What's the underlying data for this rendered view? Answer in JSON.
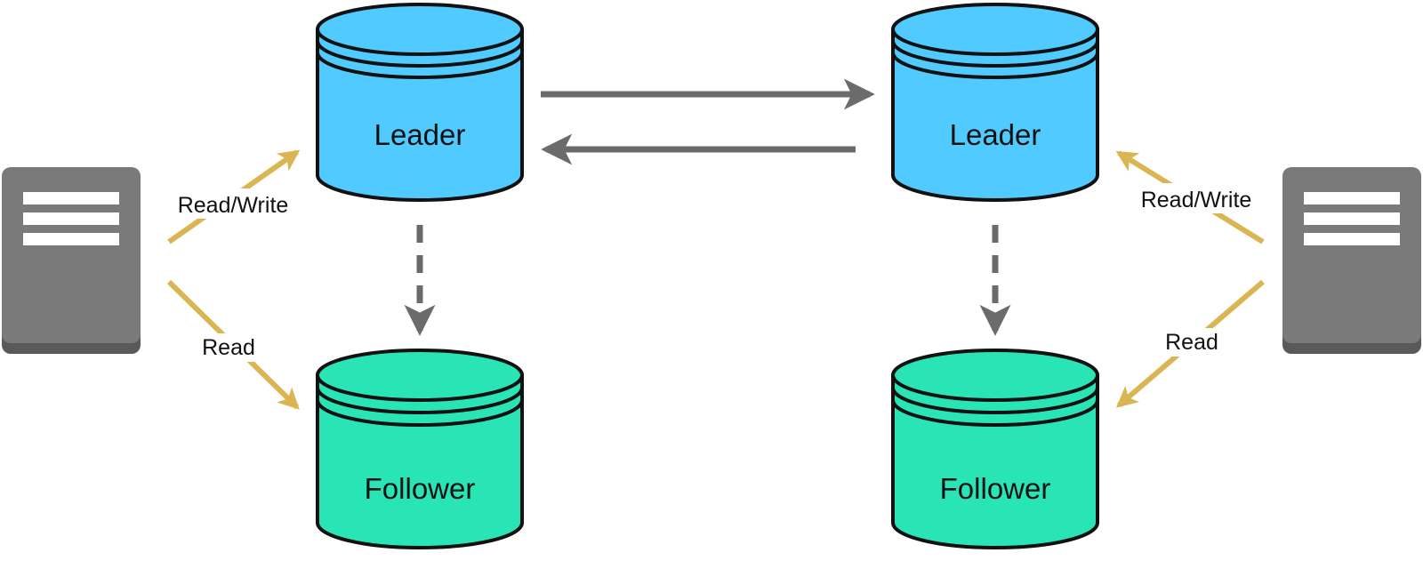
{
  "colors": {
    "leader_fill": "#51CBFF",
    "follower_fill": "#29E5B5",
    "outline": "#111111",
    "server_body": "#7A7A7A",
    "server_base": "#595959",
    "server_stripes": "#FFFFFF",
    "client_arrow": "#D9B653",
    "replication_arrow": "#6B6B6B"
  },
  "databases": {
    "left_leader": {
      "label": "Leader",
      "role": "leader"
    },
    "left_follower": {
      "label": "Follower",
      "role": "follower"
    },
    "right_leader": {
      "label": "Leader",
      "role": "leader"
    },
    "right_follower": {
      "label": "Follower",
      "role": "follower"
    }
  },
  "edges": {
    "left_read_write": {
      "label": "Read/Write"
    },
    "left_read": {
      "label": "Read"
    },
    "right_read_write": {
      "label": "Read/Write"
    },
    "right_read": {
      "label": "Read"
    }
  },
  "icons": {
    "left_server": "server-icon",
    "right_server": "server-icon"
  }
}
